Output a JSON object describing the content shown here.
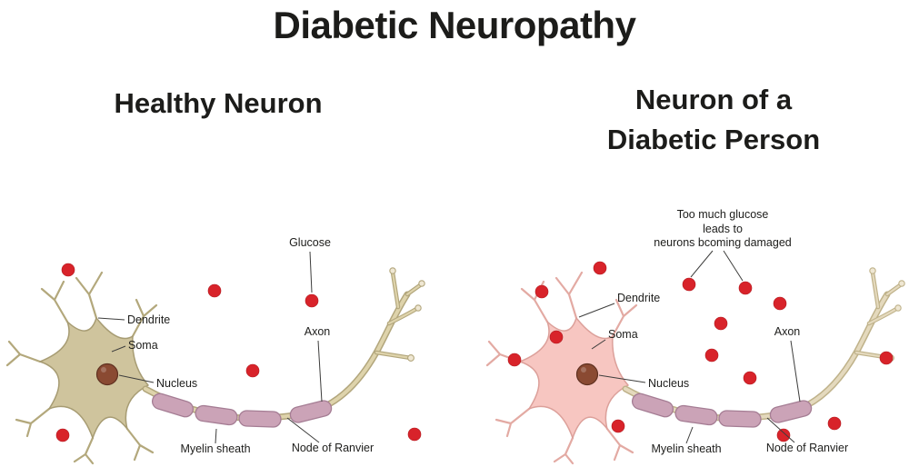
{
  "title": "Diabetic Neuropathy",
  "left": {
    "heading": "Healthy Neuron",
    "labels": {
      "glucose": "Glucose",
      "dendrite": "Dendrite",
      "soma": "Soma",
      "nucleus": "Nucleus",
      "axon": "Axon",
      "myelin_sheath": "Myelin sheath",
      "node_of_ranvier": "Node of Ranvier"
    }
  },
  "right": {
    "heading_line1": "Neuron of a",
    "heading_line2": "Diabetic Person",
    "caption_line1": "Too much glucose",
    "caption_line2": "leads to",
    "caption_line3": "neurons bcoming damaged",
    "labels": {
      "dendrite": "Dendrite",
      "soma": "Soma",
      "nucleus": "Nucleus",
      "axon": "Axon",
      "myelin_sheath": "Myelin sheath",
      "node_of_ranvier": "Node of Ranvier"
    }
  },
  "colors": {
    "glucose_dot": "#d8232a",
    "healthy_soma": "#cfc49d",
    "diabetic_soma": "#f7c6c1",
    "myelin": "#cba3b7",
    "nucleus": "#8a4a32"
  }
}
